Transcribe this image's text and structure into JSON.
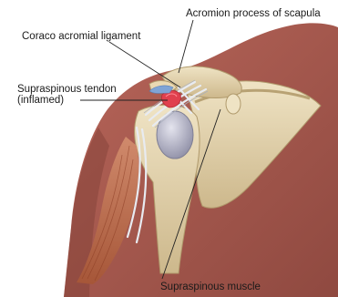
{
  "labels": {
    "acromion": "Acromion process of scapula",
    "coraco": "Coraco acromial ligament",
    "supraspinous_tendon_line1": "Supraspinous tendon",
    "supraspinous_tendon_line2": "(inflamed)",
    "supraspinous_muscle": "Supraspinous muscle"
  },
  "colors": {
    "skin": "#a55a4f",
    "skin_shadow": "#8e463d",
    "bone": "#e4d3ad",
    "bone_shade": "#c9b485",
    "humeral_head": "#b4b4c4",
    "tendon": "#dfe3ea",
    "muscle": "#c0704f",
    "inflamed": "#e0404e",
    "leader_line": "#222222"
  }
}
